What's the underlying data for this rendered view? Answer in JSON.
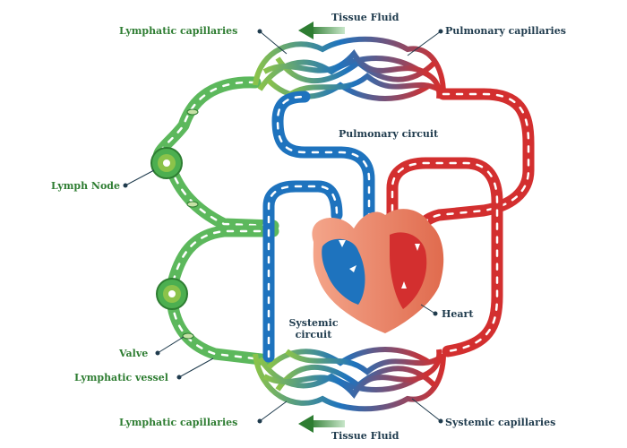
{
  "labels": {
    "tissue_fluid_top": "Tissue Fluid",
    "tissue_fluid_bottom": "Tissue Fluid",
    "lymphatic_capillaries_top": "Lymphatic capillaries",
    "lymphatic_capillaries_bottom": "Lymphatic capillaries",
    "pulmonary_capillaries": "Pulmonary capillaries",
    "systemic_capillaries": "Systemic capillaries",
    "pulmonary_circuit": "Pulmonary circuit",
    "systemic_circuit_line1": "Systemic",
    "systemic_circuit_line2": "circuit",
    "lymph_node": "Lymph Node",
    "valve": "Valve",
    "lymphatic_vessel": "Lymphatic vessel",
    "heart": "Heart"
  },
  "colors": {
    "lymph_green": "#5cb85c",
    "lymph_green_light": "#8bc34a",
    "lymph_green_dark": "#2e7d32",
    "deoxygenated_blue": "#1e73be",
    "oxygenated_red": "#d32f2f",
    "heart_salmon": "#f28b6f",
    "label_navy": "#1f3b4d"
  }
}
